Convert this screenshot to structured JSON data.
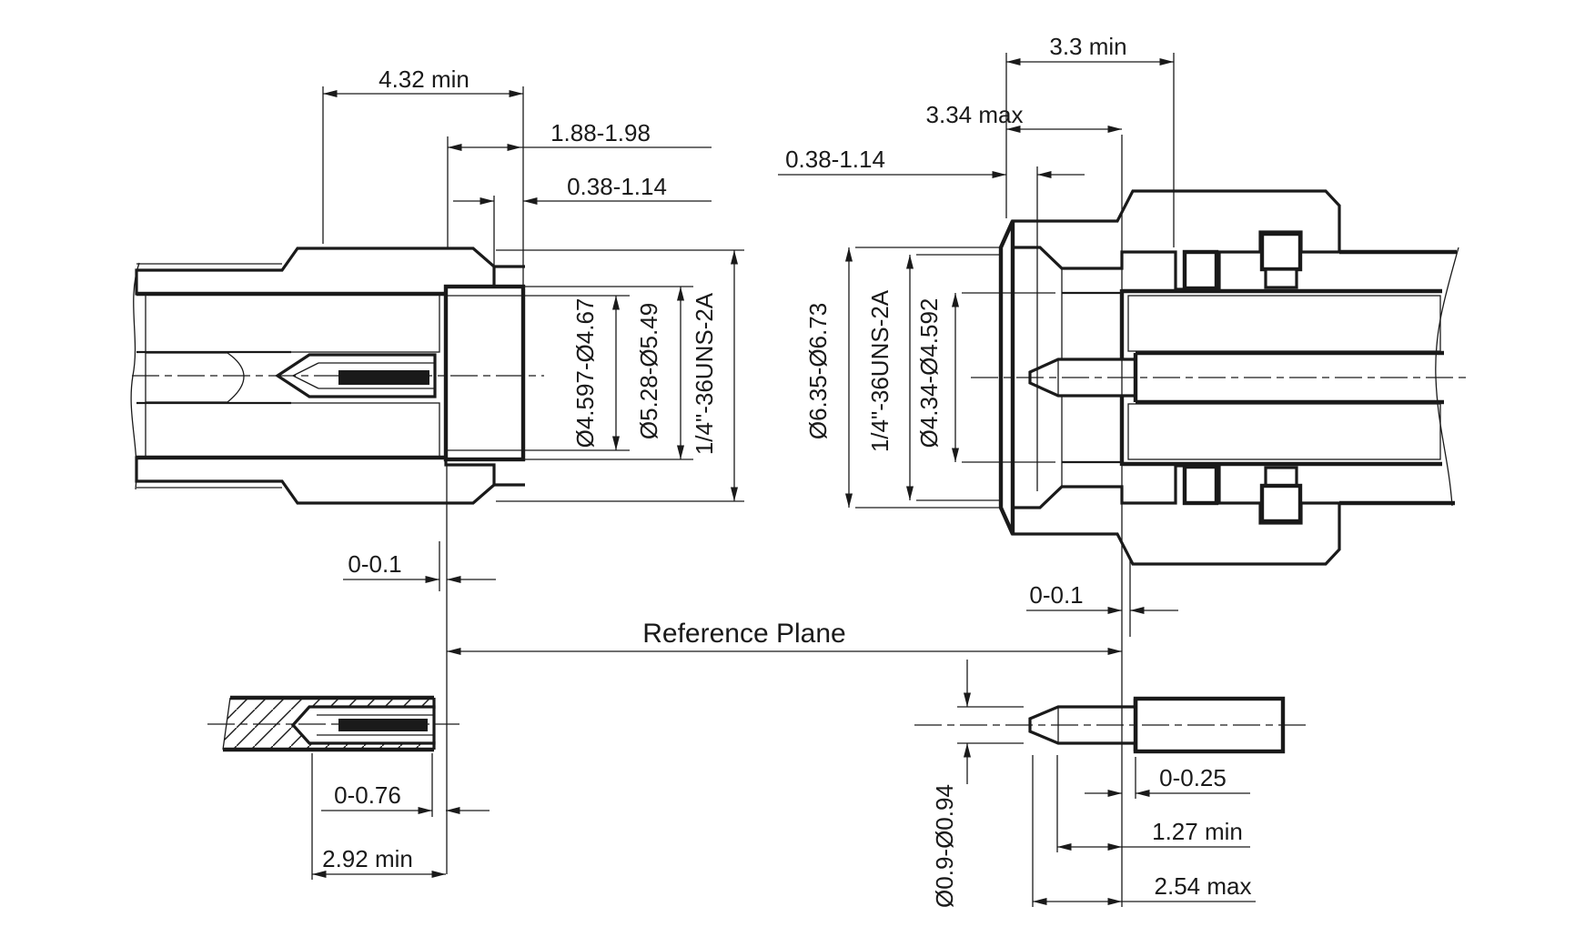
{
  "reference_plane_label": "Reference Plane",
  "left_view": {
    "dim_overall": "4.32 min",
    "dim_socket_depth": "1.88-1.98",
    "dim_dielectric": "0.38-1.14",
    "dim_bore_dia": "Ø4.597-Ø4.67",
    "dim_ferrule_dia": "Ø5.28-Ø5.49",
    "dim_thread": "1/4\"-36UNS-2A",
    "dim_face_gap": "0-0.1",
    "dim_contact_setback": "0-0.76",
    "dim_contact_depth": "2.92 min"
  },
  "right_view": {
    "dim_nut_length": "3.3 min",
    "dim_nut_depth": "3.34 max",
    "dim_dielectric": "0.38-1.14",
    "dim_nut_dia": "Ø6.35-Ø6.73",
    "dim_thread": "1/4\"-36UNS-2A",
    "dim_bore_dia": "Ø4.34-Ø4.592",
    "dim_face_gap": "0-0.1",
    "dim_pin_setback": "0-0.25",
    "dim_pin_min": "1.27 min",
    "dim_pin_max": "2.54 max",
    "dim_pin_dia": "Ø0.9-Ø0.94"
  },
  "colors": {
    "line": "#1a1a1a",
    "background": "#ffffff"
  }
}
